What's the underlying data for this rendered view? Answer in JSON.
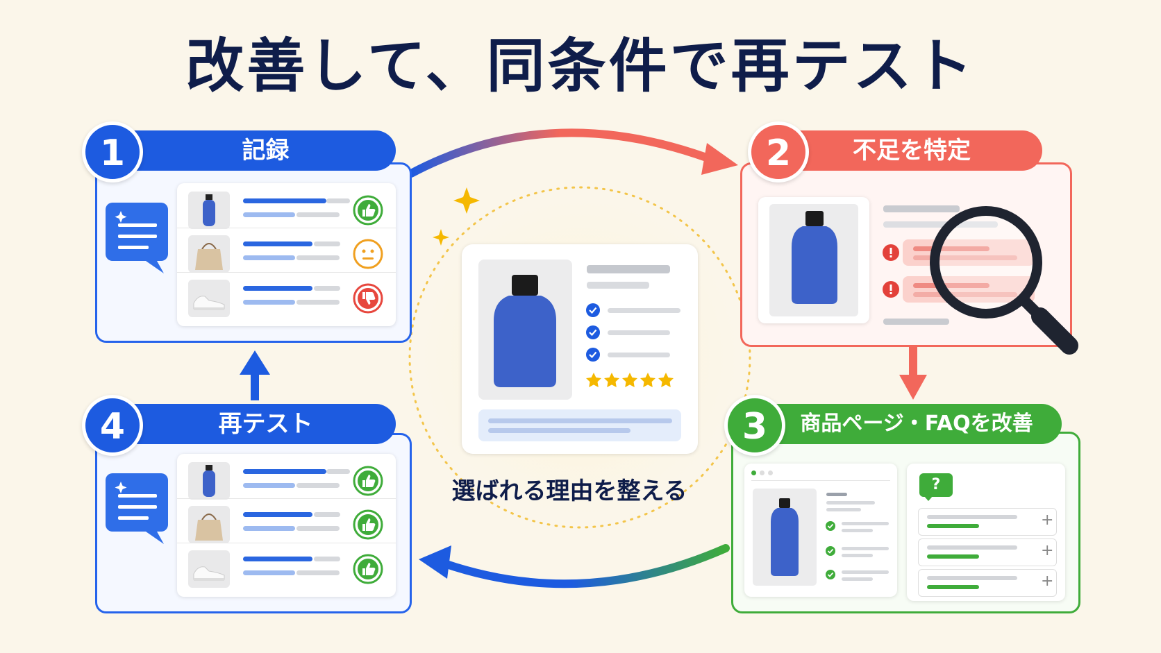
{
  "title": "改善して、同条件で再テスト",
  "steps": [
    {
      "number": "1",
      "label": "記録"
    },
    {
      "number": "2",
      "label": "不足を特定"
    },
    {
      "number": "3",
      "label": "商品ページ・FAQを改善"
    },
    {
      "number": "4",
      "label": "再テスト"
    }
  ],
  "center": {
    "label": "選ばれる理由を整える"
  },
  "faq": {
    "badge": "?",
    "expand_symbol": "+"
  },
  "colors": {
    "blue": "#1d5be0",
    "red": "#f2675b",
    "green": "#3fac3a",
    "navy": "#0f1d4a"
  },
  "icons": {
    "record_rows": [
      "thumbs-up-icon",
      "neutral-face-icon",
      "thumbs-down-icon"
    ],
    "retest_rows": [
      "thumbs-up-icon",
      "thumbs-up-icon",
      "thumbs-up-icon"
    ]
  }
}
